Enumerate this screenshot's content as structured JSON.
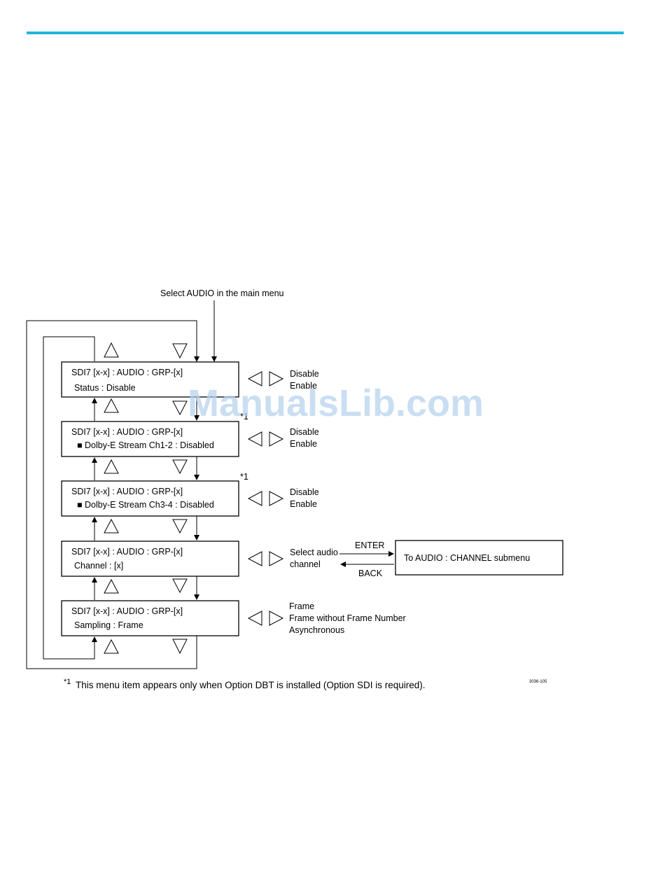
{
  "entry_label": "Select AUDIO in the main menu",
  "watermark": "ManualsLib.com",
  "menu_boxes": [
    {
      "line1": "SDI7 [x-x] : AUDIO : GRP-[x]",
      "line2": "Status : Disable",
      "options": [
        "Disable",
        "Enable"
      ]
    },
    {
      "line1": "SDI7 [x-x] : AUDIO : GRP-[x]",
      "line2": "■  Dolby-E Stream Ch1-2 : Disabled",
      "options": [
        "Disable",
        "Enable"
      ],
      "note_mark": "*1"
    },
    {
      "line1": "SDI7 [x-x] : AUDIO : GRP-[x]",
      "line2": "■  Dolby-E Stream Ch3-4 : Disabled",
      "options": [
        "Disable",
        "Enable"
      ],
      "note_mark": "*1"
    },
    {
      "line1": "SDI7 [x-x] : AUDIO : GRP-[x]",
      "line2": "Channel : [x]",
      "options": [
        "Select audio",
        "channel"
      ]
    },
    {
      "line1": "SDI7 [x-x] : AUDIO : GRP-[x]",
      "line2": "Sampling : Frame",
      "options": [
        "Frame",
        "Frame without Frame Number",
        "Asynchronous"
      ]
    }
  ],
  "submenu": {
    "label": "To AUDIO : CHANNEL submenu",
    "enter_label": "ENTER",
    "back_label": "BACK"
  },
  "footnote": {
    "mark": "*1",
    "text": "This menu item appears only when Option DBT is installed (Option SDI is required)."
  },
  "figure_id": "3036-105"
}
